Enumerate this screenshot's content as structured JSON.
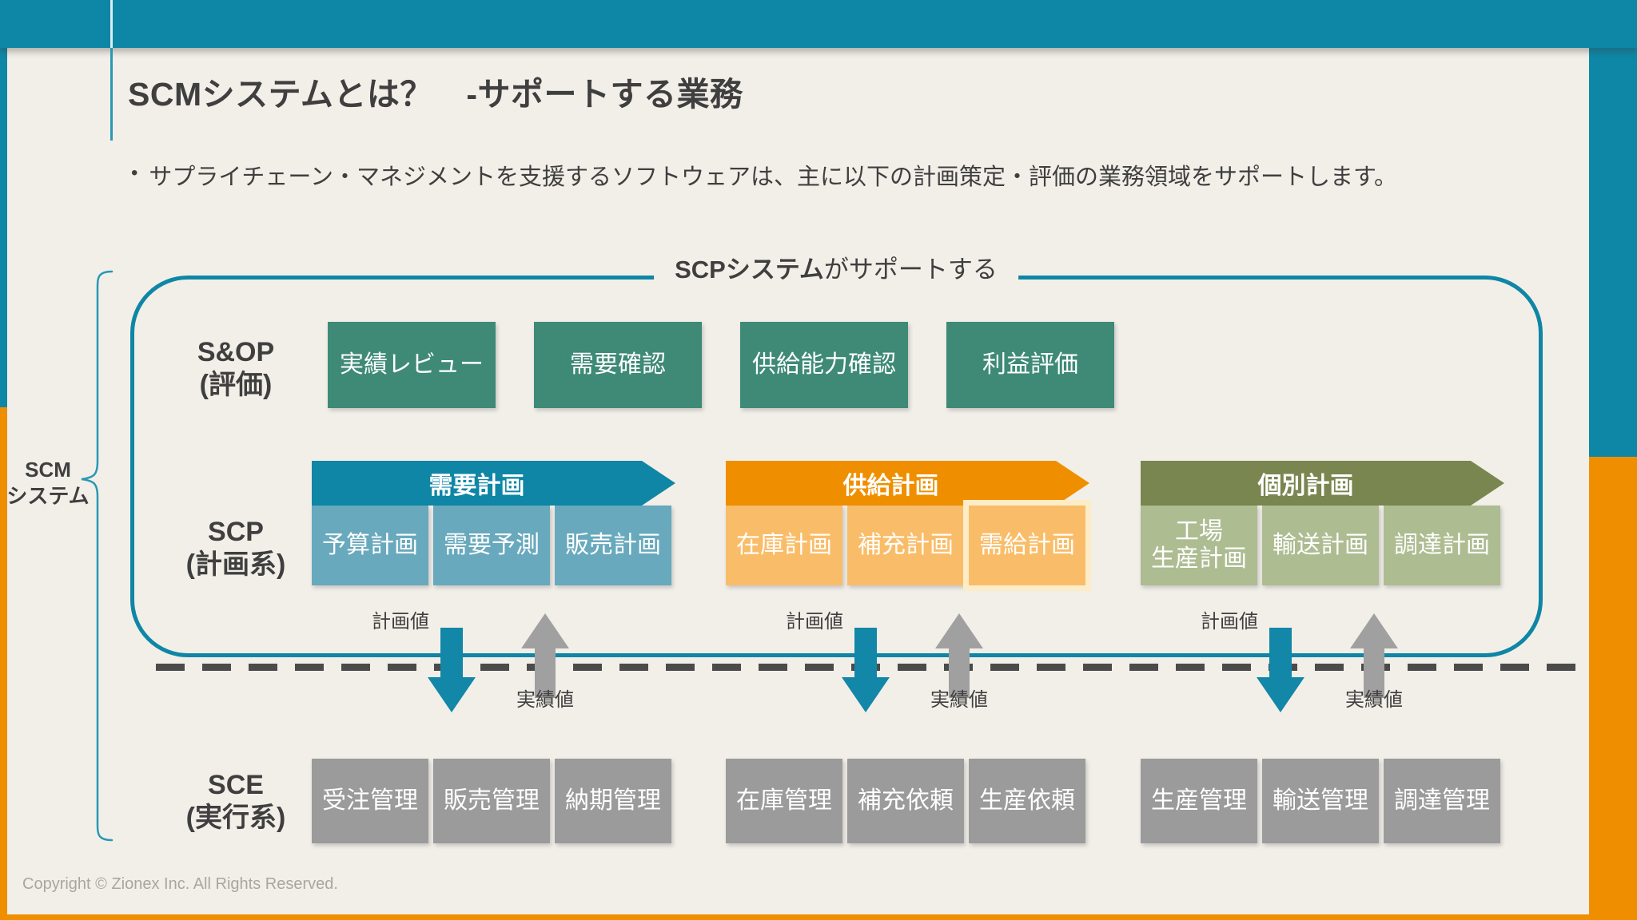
{
  "slide": {
    "title": "SCMシステムとは？　-サポートする業務",
    "bullet_marker": "•",
    "bullet": "サプライチェーン・マネジメントを支援するソフトウェアは、主に以下の計画策定・評価の業務領域をサポートします。",
    "footer": "Copyright © Zionex Inc. All Rights Reserved."
  },
  "colors": {
    "teal_band": "#0e87a6",
    "orange_band": "#ef8f00",
    "cream_background": "#f2efe9",
    "sandop_green": "#3e8a77",
    "demand_blue": "#68a9bd",
    "supply_light_orange": "#f9bd69",
    "individual_olive": "#798650",
    "individual_light_olive": "#aebc92",
    "sce_gray": "#9b9b9b",
    "plan_arrow_teal": "#1287a8",
    "actual_arrow_gray": "#a0a0a0",
    "dark_text": "#3f3f3f"
  },
  "diagram": {
    "scp_container": {
      "label_bold": "SCPシステム",
      "label_rest": "がサポートする"
    },
    "scm_side_label": "SCM\nシステム",
    "sandop": {
      "label": "S&OP\n(評価)",
      "boxes": [
        "実績レビュー",
        "需要確認",
        "供給能力確認",
        "利益評価"
      ]
    },
    "scp": {
      "label": "SCP\n(計画系)",
      "groups": [
        {
          "header": "需要計画",
          "boxes": [
            "予算計画",
            "需要予測",
            "販売計画"
          ]
        },
        {
          "header": "供給計画",
          "boxes": [
            "在庫計画",
            "補充計画",
            "需給計画"
          ]
        },
        {
          "header": "個別計画",
          "boxes": [
            "工場\n生産計画",
            "輸送計画",
            "調達計画"
          ]
        }
      ]
    },
    "flow": {
      "plan": "計画値",
      "actual": "実績値"
    },
    "sce": {
      "label": "SCE\n(実行系)",
      "groups": [
        [
          "受注管理",
          "販売管理",
          "納期管理"
        ],
        [
          "在庫管理",
          "補充依頼",
          "生産依頼"
        ],
        [
          "生産管理",
          "輸送管理",
          "調達管理"
        ]
      ]
    }
  }
}
